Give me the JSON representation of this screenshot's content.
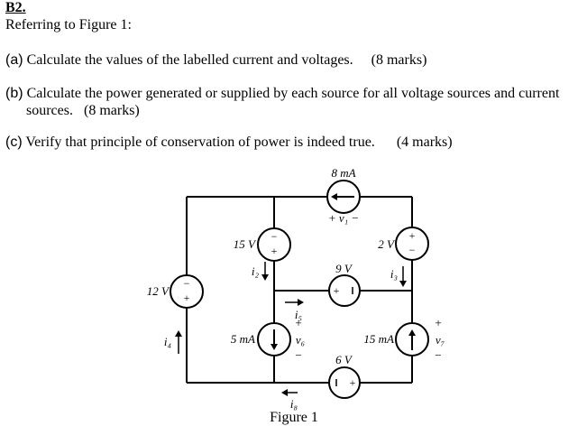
{
  "header": {
    "title": "B2.",
    "intro": "Referring to Figure 1:"
  },
  "questions": [
    {
      "label": "(a)",
      "text": "Calculate the values of the labelled current and voltages.",
      "marks": "(8 marks)"
    },
    {
      "label": "(b)",
      "text": "Calculate the power generated or supplied by each source for all voltage sources and current",
      "text_cont": "sources.",
      "marks": "(8 marks)"
    },
    {
      "label": "(c)",
      "text": "Verify that principle of conservation of power is indeed true.",
      "marks": "(4 marks)"
    }
  ],
  "figure": {
    "caption": "Figure 1",
    "sources": {
      "cs_top": "8 mA",
      "v1_label": "+ v₁ −",
      "vs_15": "15 V",
      "vs_2": "2 V",
      "vs_9": "9 V",
      "vs_12": "12 V",
      "cs_5": "5 mA",
      "cs_15": "15 mA",
      "vs_6": "6 V"
    },
    "labels": {
      "i2": "i₂",
      "i3": "i₃",
      "i4": "i₄",
      "i5": "i₅",
      "i8": "i₈",
      "v6": "v₆",
      "v7": "v₇",
      "plus": "+",
      "minus": "−"
    }
  }
}
